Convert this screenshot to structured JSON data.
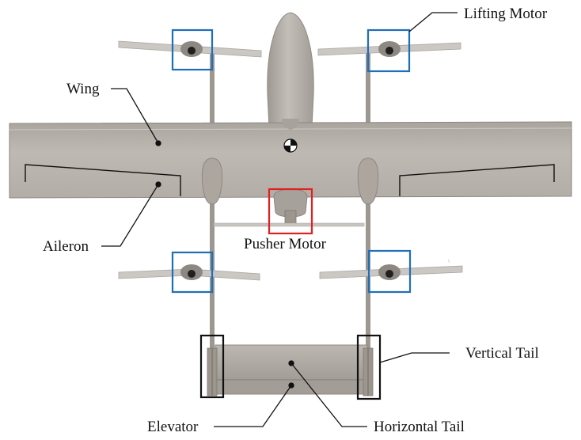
{
  "labels": {
    "lifting_motor": "Lifting Motor",
    "wing": "Wing",
    "aileron": "Aileron",
    "pusher_motor": "Pusher Motor",
    "vertical_tail": "Vertical Tail",
    "elevator": "Elevator",
    "horizontal_tail": "Horizontal Tail"
  },
  "colors": {
    "airframe": "#b8b2ac",
    "airframe_shadow": "#9a948e",
    "propeller": "#c9c5c1",
    "lifting_motor_box": "#1f6fb8",
    "pusher_motor_box": "#e02020",
    "tail_box": "#111111",
    "leader_line": "#111111"
  }
}
